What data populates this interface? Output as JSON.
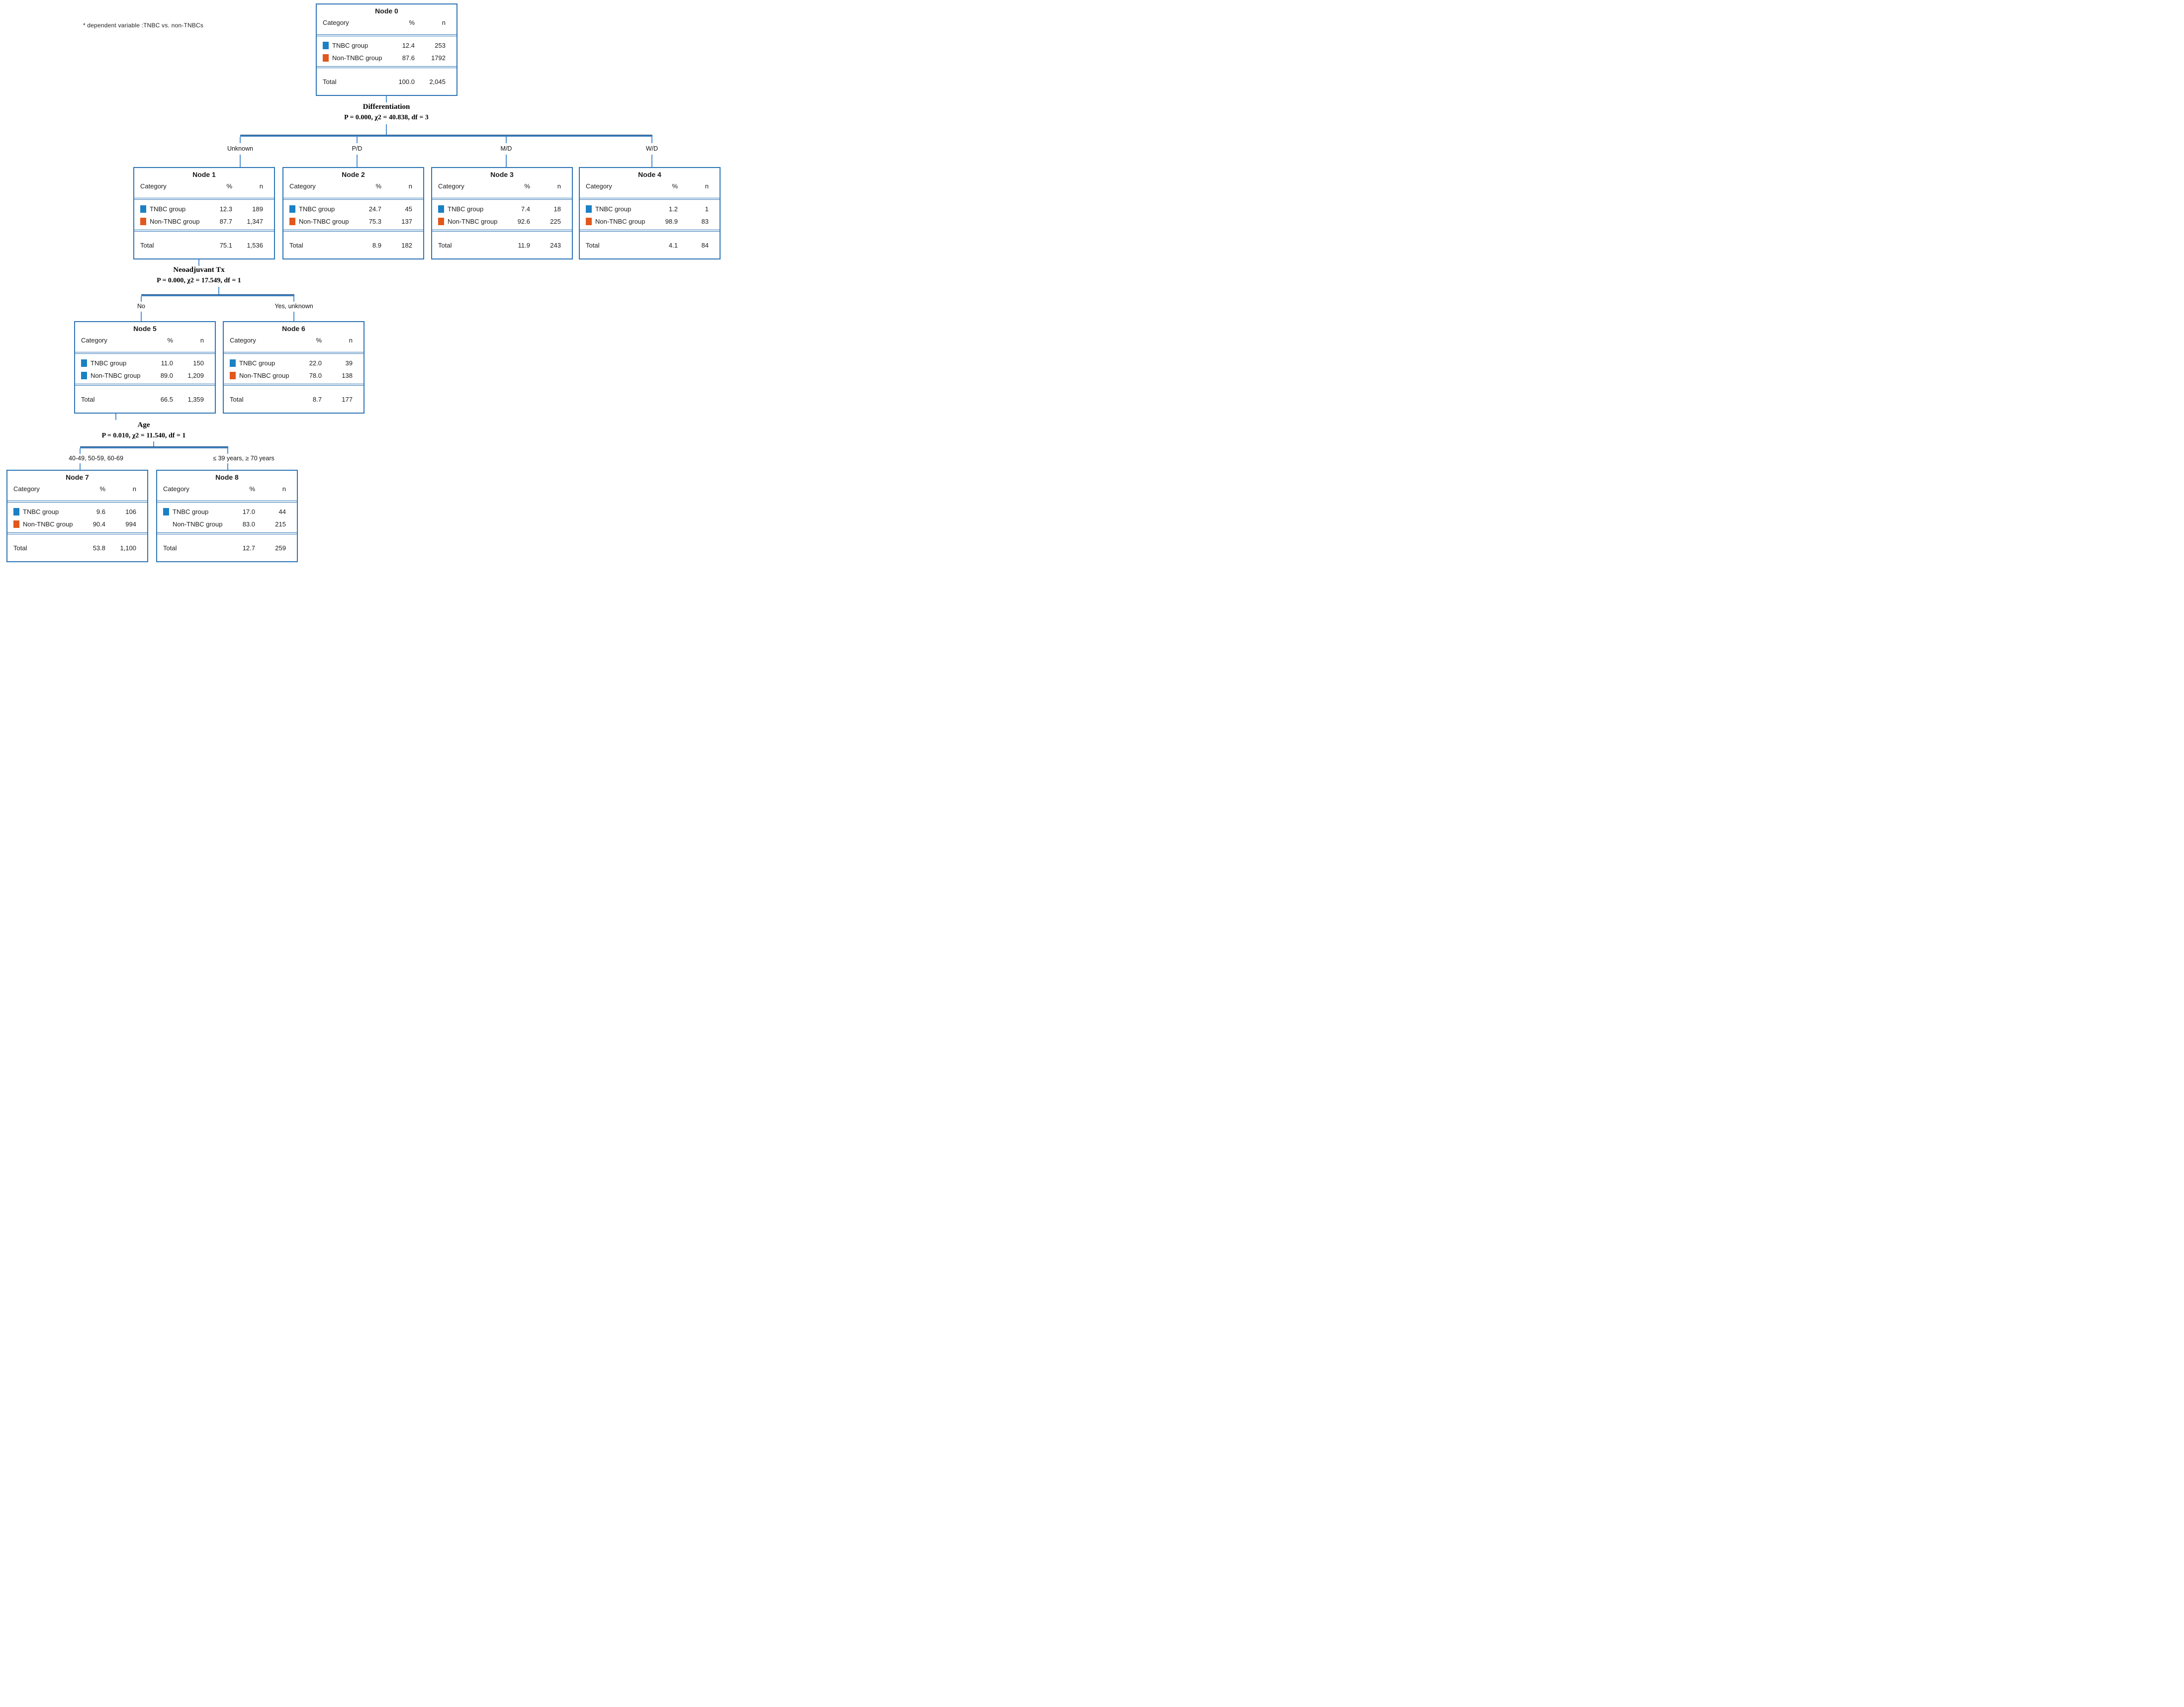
{
  "figure": {
    "footnote": "* dependent variable :TNBC  vs.  non-TNBCs",
    "total_label": "Total",
    "columns": {
      "category": "Category",
      "percent": "%",
      "count": "n"
    },
    "colors": {
      "tnbc_blue": "#1B80C4",
      "non_tnbc_orange": "#E2571B",
      "line_blue": "#2E74B5"
    }
  },
  "splits": [
    {
      "variable": "Differentiation",
      "stats": "P = 0.000, χ2 = 40.838, df = 3",
      "branches": [
        "Unknown",
        "P/D",
        "M/D",
        "W/D"
      ]
    },
    {
      "variable": "Neoadjuvant Tx",
      "stats": "P = 0.000, χ2 = 17.549, df = 1",
      "branches": [
        "No",
        "Yes, unknown"
      ]
    },
    {
      "variable": "Age",
      "stats": "P = 0.010, χ2 = 11.540, df = 1",
      "branches": [
        "40-49, 50-59, 60-69",
        "≤ 39 years,  ≥ 70 years"
      ]
    }
  ],
  "nodes": [
    {
      "title": "Node 0",
      "rows": [
        {
          "category": "TNBC group",
          "swatch": "blue",
          "pct": "12.4",
          "n": "253"
        },
        {
          "category": "Non-TNBC group",
          "swatch": "orange",
          "pct": "87.6",
          "n": "1792"
        }
      ],
      "total": {
        "pct": "100.0",
        "n": "2,045"
      }
    },
    {
      "title": "Node 1",
      "rows": [
        {
          "category": "TNBC group",
          "swatch": "blue",
          "pct": "12.3",
          "n": "189"
        },
        {
          "category": "Non-TNBC group",
          "swatch": "orange",
          "pct": "87.7",
          "n": "1,347"
        }
      ],
      "total": {
        "pct": "75.1",
        "n": "1,536"
      }
    },
    {
      "title": "Node 2",
      "rows": [
        {
          "category": "TNBC group",
          "swatch": "blue",
          "pct": "24.7",
          "n": "45"
        },
        {
          "category": "Non-TNBC group",
          "swatch": "orange",
          "pct": "75.3",
          "n": "137"
        }
      ],
      "total": {
        "pct": "8.9",
        "n": "182"
      }
    },
    {
      "title": "Node 3",
      "rows": [
        {
          "category": "TNBC group",
          "swatch": "blue",
          "pct": "7.4",
          "n": "18"
        },
        {
          "category": "Non-TNBC group",
          "swatch": "orange",
          "pct": "92.6",
          "n": "225"
        }
      ],
      "total": {
        "pct": "11.9",
        "n": "243"
      }
    },
    {
      "title": "Node 4",
      "rows": [
        {
          "category": "TNBC group",
          "swatch": "blue",
          "pct": "1.2",
          "n": "1"
        },
        {
          "category": "Non-TNBC group",
          "swatch": "orange",
          "pct": "98.9",
          "n": "83"
        }
      ],
      "total": {
        "pct": "4.1",
        "n": "84"
      }
    },
    {
      "title": "Node 5",
      "rows": [
        {
          "category": "TNBC group",
          "swatch": "blue",
          "pct": "11.0",
          "n": "150"
        },
        {
          "category": "Non-TNBC group",
          "swatch": "blue",
          "pct": "89.0",
          "n": "1,209"
        }
      ],
      "total": {
        "pct": "66.5",
        "n": "1,359"
      }
    },
    {
      "title": "Node 6",
      "rows": [
        {
          "category": "TNBC group",
          "swatch": "blue",
          "pct": "22.0",
          "n": "39"
        },
        {
          "category": "Non-TNBC group",
          "swatch": "orange",
          "pct": "78.0",
          "n": "138"
        }
      ],
      "total": {
        "pct": "8.7",
        "n": "177"
      }
    },
    {
      "title": "Node 7",
      "rows": [
        {
          "category": "TNBC group",
          "swatch": "blue",
          "pct": "9.6",
          "n": "106"
        },
        {
          "category": "Non-TNBC group",
          "swatch": "orange",
          "pct": "90.4",
          "n": "994"
        }
      ],
      "total": {
        "pct": "53.8",
        "n": "1,100"
      }
    },
    {
      "title": "Node 8",
      "rows": [
        {
          "category": "TNBC group",
          "swatch": "blue",
          "pct": "17.0",
          "n": "44"
        },
        {
          "category": "Non-TNBC group",
          "swatch": "none",
          "pct": "83.0",
          "n": "215"
        }
      ],
      "total": {
        "pct": "12.7",
        "n": "259"
      }
    }
  ],
  "layout_note": ""
}
